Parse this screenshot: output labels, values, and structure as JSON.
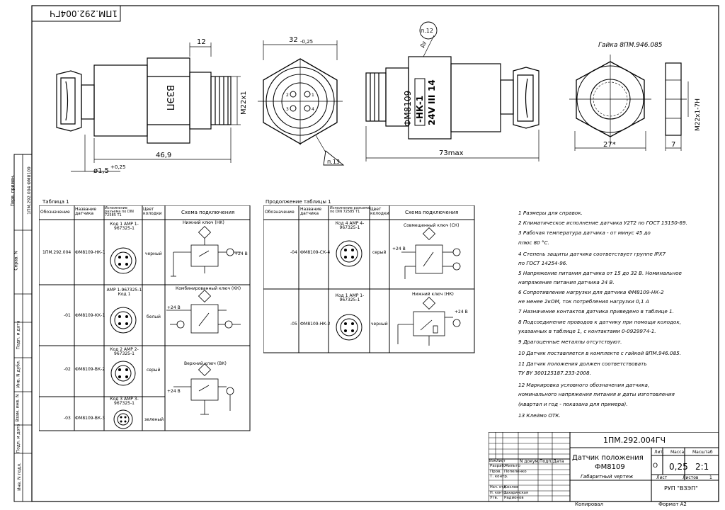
{
  "doc_code_top": "1ПМ.292.004ГЧ",
  "sidebar": {
    "perv_primen_label": "Перв. примен.",
    "perv_primen_value": "1ПМ.292.004 ФМ8109",
    "sprav_label": "Справ. N",
    "podp_data_1": "Подп. и дата",
    "inv_dubl": "Инв. N дубл.",
    "vzam_inv": "Взам. инв. N",
    "podp_data_2": "Подп. и дата",
    "inv_podl": "Инв. N подл."
  },
  "drawing": {
    "dim_12": "12",
    "dim_m22": "М22х1",
    "dim_469": "46,9",
    "dim_wire": "ø1,5",
    "dim_wire_tol": "+0,25",
    "mark_vzep": "ВЗЭП",
    "dim_32": "32",
    "dim_32_tol": "-0,25",
    "callout_p12": "п.12",
    "callout_p13": "п.13",
    "label_du": "Ду",
    "mark_fm": "ФМ8109",
    "mark_nk": "-НК-1",
    "mark_volt": "24V",
    "mark_cls": "III",
    "mark_14": "14",
    "dim_73": "73max",
    "nut_title": "Гайка 8ПМ.946.085",
    "dim_27": "27*",
    "dim_m22h": "М22х1-7Н",
    "dim_7": "7"
  },
  "table1": {
    "caption": "Таблица 1",
    "headers": [
      "Обозначение",
      "Название датчика",
      "Исполнение разъема по DIN 72585 T1",
      "Цвет колодки",
      "Схема подключения"
    ],
    "rows": [
      {
        "code": "1ПМ.292.004",
        "name": "ФМ8109-НК-1",
        "conn": "Код 1 AMP 1-967325-1",
        "color": "черный",
        "scheme": "Нижний ключ (НК)"
      },
      {
        "code": "-01",
        "name": "ФМ8109-КК-1",
        "conn": "AMP 1-967325-1 Код 1",
        "color": "белый",
        "scheme": "Комбинированный ключ (КК)"
      },
      {
        "code": "-02",
        "name": "ФМ8109-ВК-2",
        "conn": "Код 2 AMP 2-967325-1",
        "color": "серый",
        "scheme": "Верхний ключ (ВК)"
      },
      {
        "code": "-03",
        "name": "ФМ8109-ВК-3",
        "conn": "Код 3 AMP 3-967325-1",
        "color": "зеленый",
        "scheme": ""
      }
    ]
  },
  "table2": {
    "caption": "Продолжение таблицы 1",
    "rows": [
      {
        "code": "-04",
        "name": "ФМ8109-СК-4",
        "conn": "Код 4 AMP 4-967325-1",
        "color": "серый",
        "scheme": "Совмещенный ключ (СК)"
      },
      {
        "code": "-05",
        "name": "ФМ8109-НК-2",
        "conn": "Код 1 AMP 1-967325-1",
        "color": "черный",
        "scheme": "Нижний ключ (НК)"
      }
    ]
  },
  "circuit": {
    "plus24": "+24 В",
    "n1": "1",
    "n2": "2",
    "n3": "3",
    "n4": "4"
  },
  "notes": [
    "1 Размеры для справок.",
    "2 Климатическое исполнение датчика У2Т2 по ГОСТ 15150-69.",
    "3 Рабочая температура датчика - от минус 45 до",
    "плюс 80 °С.",
    "4 Степень защиты датчика соответствует группе IPX7",
    "по ГОСТ 14254-96.",
    "5 Напряжение питания датчика от 15 до 32 В. Номинальное",
    "напряжение питания датчика 24 В.",
    "6 Сопротивление нагрузки для датчика ФМ8109-НК-2",
    "не менее 2кОМ, ток потребления нагрузки 0,1 А",
    "7 Назначение контактов датчика приведено в таблице 1.",
    "8 Подсоединение проводов к датчику при помощи колодок,",
    "указанных в таблице 1, с контактами 0-0929974-1.",
    "9 Драгоценные металлы отсутствуют.",
    "10 Датчик поставляется в комплекте с гайкой 8ПМ.946.085.",
    "11 Датчик положения должен соответствовать",
    "ТУ BY 300125187.233-2008.",
    "12 Маркировка условного обозначения датчика,",
    "номинального напряжения питания и даты изготовления",
    "(квартал и год - показана для примера).",
    "13 Клеймо ОТК."
  ],
  "title_block": {
    "doc_code": "1ПМ.292.004ГЧ",
    "title_line1": "Датчик положения",
    "title_line2": "ФМ8109",
    "title_line3": "Габаритный чертеж",
    "lit_label": "Лит.",
    "mass_label": "Масса",
    "scale_label": "Масштаб",
    "lit_value": "О",
    "mass_value": "0,25",
    "scale_value": "2:1",
    "sheet_label": "Лист",
    "sheets_label": "Листов",
    "sheets_value": "1",
    "org": "РУП \"ВЗЭП\"",
    "hdr_izm": "Изм.",
    "hdr_list": "Лист",
    "hdr_ndok": "N докум.",
    "hdr_podp": "Подп.",
    "hdr_data": "Дата",
    "razrab_role": "Разраб.",
    "razrab_name": "Жильто",
    "prov_role": "Пров.",
    "prov_name": "Попеленко",
    "tkontr_role": "Т. контр.",
    "nach_role": "Нач. отд.",
    "nach_name": "Козлов",
    "nkontr_role": "Н. контр.",
    "nkontr_name": "Захаринская",
    "utv_role": "Утв.",
    "utv_name": "Радионов",
    "kopiroval": "Копировал",
    "format": "Формат А2"
  }
}
